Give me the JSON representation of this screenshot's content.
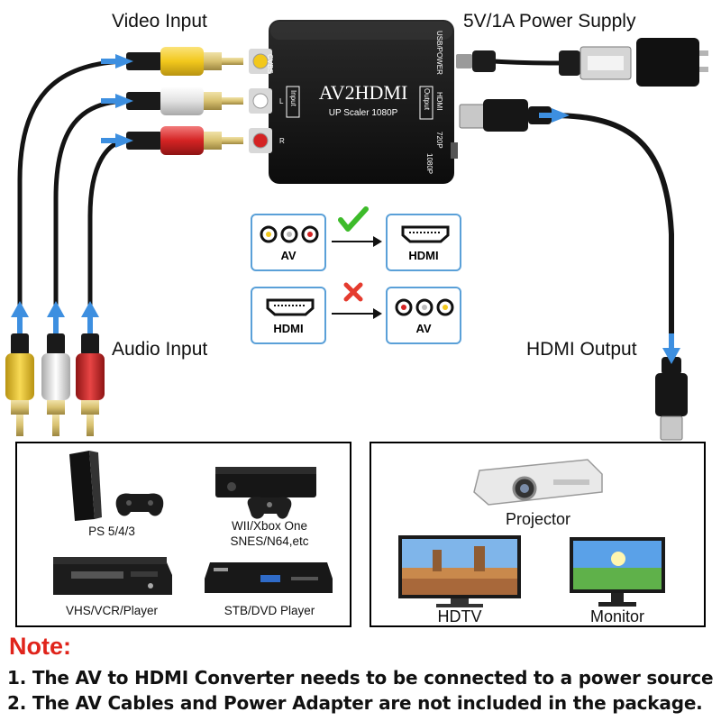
{
  "labels": {
    "video_input": "Video Input",
    "power_supply": "5V/1A Power Supply",
    "audio_input": "Audio Input",
    "hdmi_output": "HDMI Output"
  },
  "converter": {
    "title": "AV2HDMI",
    "subtitle": "UP Scaler 1080P",
    "port_cvbs": "CVBS",
    "port_l": "L",
    "port_r": "R",
    "input_tag": "Input",
    "output_tag": "Output",
    "hdmi_tag": "HDMI",
    "usb_tag": "USB/POWER",
    "res_720": "720P",
    "res_1080": "1080P"
  },
  "flow": {
    "row1_from": "AV",
    "row1_to": "HDMI",
    "row1_status": "supported",
    "row2_from": "HDMI",
    "row2_to": "AV",
    "row2_status": "not supported"
  },
  "source_devices": [
    {
      "caption": "PS 5/4/3",
      "icon": "game-console-icon"
    },
    {
      "caption": "WII/Xbox One\nSNES/N64,etc",
      "icon": "xbox-console-icon"
    },
    {
      "caption": "VHS/VCR/Player",
      "icon": "vcr-icon"
    },
    {
      "caption": "STB/DVD Player",
      "icon": "dvd-player-icon"
    }
  ],
  "display_devices": [
    {
      "caption": "Projector",
      "icon": "projector-icon"
    },
    {
      "caption": "HDTV",
      "icon": "tv-icon"
    },
    {
      "caption": "Monitor",
      "icon": "monitor-icon"
    }
  ],
  "note": {
    "title": "Note:",
    "line1": "1. The AV to HDMI Converter needs to be connected to a power source",
    "line2": "2. The AV Cables and Power Adapter are not included in the package."
  },
  "colors": {
    "yellow": "#f2c81c",
    "white": "#e6e6e6",
    "red": "#d42323",
    "arrow_blue": "#3d8fe0",
    "note_red": "#e0241b",
    "check_green": "#3dbb2a",
    "cross_red": "#e53b2e"
  }
}
